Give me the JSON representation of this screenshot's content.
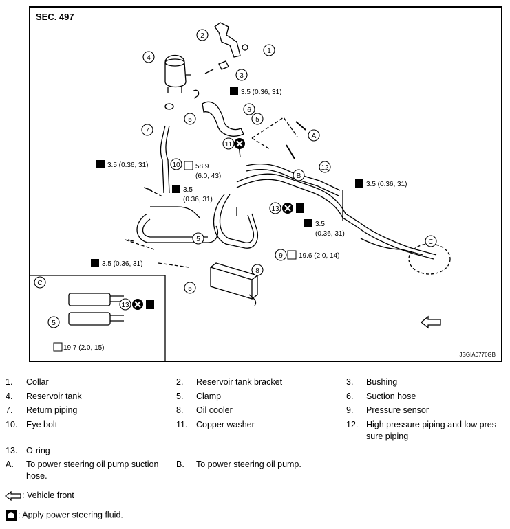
{
  "figure": {
    "section": "SEC. 497",
    "code": "JSGIA0776GB",
    "callouts": [
      "1",
      "2",
      "3",
      "4",
      "5",
      "6",
      "7",
      "8",
      "9",
      "10",
      "11",
      "12",
      "13",
      "A",
      "B",
      "C"
    ],
    "torques": {
      "t1": "3.5 (0.36, 31)",
      "t2": "3.5 (0.36, 31)",
      "t3_line1": "3.5",
      "t3_line2": "(0.36, 31)",
      "t4": "3.5 (0.36, 31)",
      "t5": "3.5 (0.36, 31)",
      "t6_line1": "3.5",
      "t6_line2": "(0.36, 31)",
      "t7_line1": "58.9",
      "t7_line2": "(6.0, 43)",
      "t8": "19.6 (2.0, 14)",
      "t9": "19.7 (2.0, 15)"
    }
  },
  "legend": [
    [
      {
        "num": "1.",
        "text": "Collar"
      },
      {
        "num": "2.",
        "text": "Reservoir tank bracket"
      },
      {
        "num": "3.",
        "text": "Bushing"
      }
    ],
    [
      {
        "num": "4.",
        "text": "Reservoir tank"
      },
      {
        "num": "5.",
        "text": "Clamp"
      },
      {
        "num": "6.",
        "text": "Suction hose"
      }
    ],
    [
      {
        "num": "7.",
        "text": "Return piping"
      },
      {
        "num": "8.",
        "text": "Oil cooler"
      },
      {
        "num": "9.",
        "text": "Pressure sensor"
      }
    ],
    [
      {
        "num": "10.",
        "text": "Eye bolt"
      },
      {
        "num": "11.",
        "text": "Copper washer"
      },
      {
        "num": "12.",
        "text": "High pressure piping and low pres-",
        "text2": "sure piping"
      }
    ],
    [
      {
        "num": "13.",
        "text": "O-ring"
      }
    ],
    [
      {
        "num": "A.",
        "text": "To power steering oil pump suction",
        "text2": "hose."
      },
      {
        "num": "B.",
        "text": "To power steering oil pump."
      }
    ]
  ],
  "notes": {
    "vehicle_front": ": Vehicle front",
    "apply_fluid": ": Apply power steering fluid."
  }
}
